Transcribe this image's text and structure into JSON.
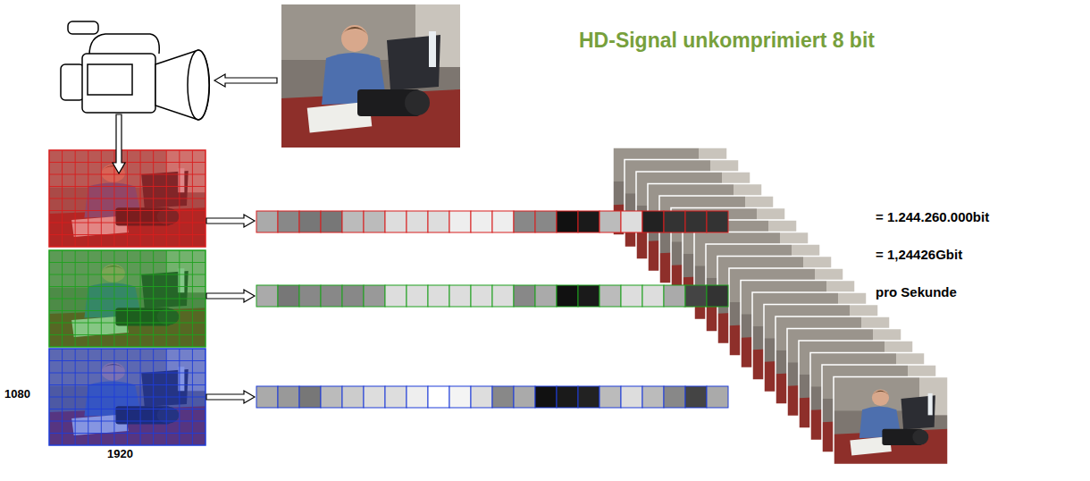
{
  "diagram": {
    "title": "HD-Signal unkomprimiert 8 bit",
    "labels": [
      "= 1.244.260.000bit",
      "= 1,24426Gbit",
      "pro Sekunde",
      "1080",
      "1920"
    ]
  }
}
